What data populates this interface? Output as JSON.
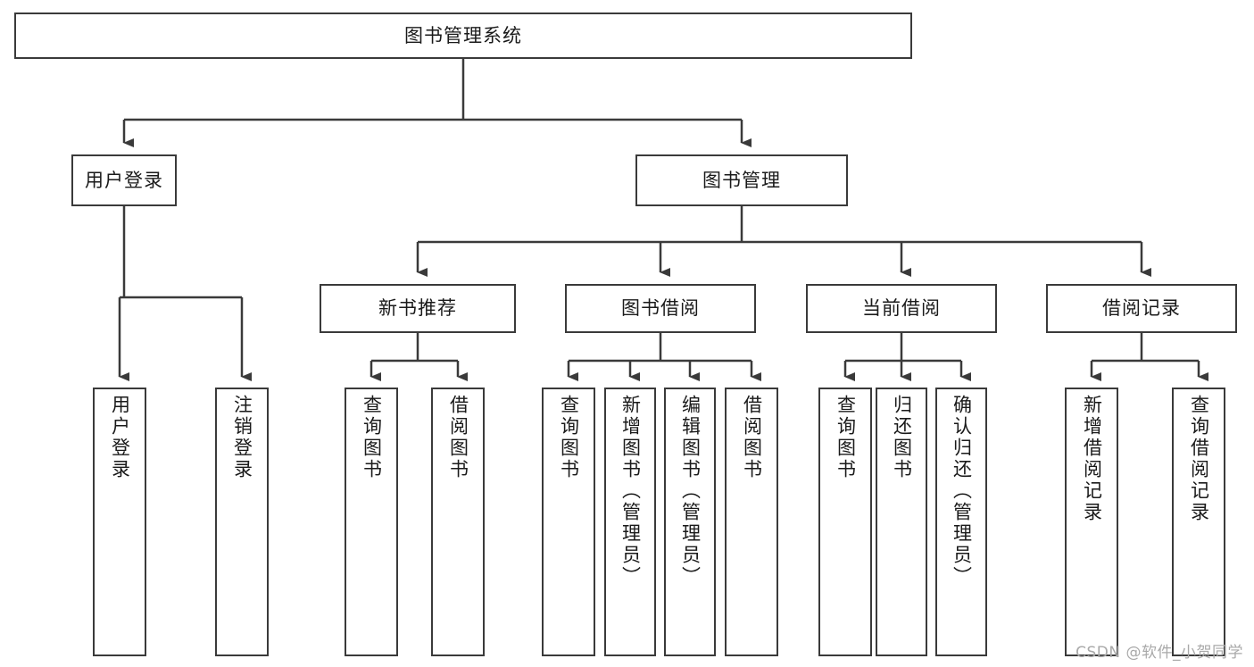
{
  "diagram": {
    "type": "tree",
    "title": "图书管理系统",
    "root": {
      "label": "图书管理系统"
    },
    "level1": [
      {
        "label": "用户登录"
      },
      {
        "label": "图书管理"
      }
    ],
    "level2": [
      {
        "label": "新书推荐",
        "parent": "图书管理"
      },
      {
        "label": "图书借阅",
        "parent": "图书管理"
      },
      {
        "label": "当前借阅",
        "parent": "图书管理"
      },
      {
        "label": "借阅记录",
        "parent": "图书管理"
      }
    ],
    "leaves": {
      "user_login": [
        {
          "label": "用户登录"
        },
        {
          "label": "注销登录"
        }
      ],
      "new_book_recommend": [
        {
          "label": "查询图书"
        },
        {
          "label": "借阅图书"
        }
      ],
      "book_borrow": [
        {
          "label": "查询图书"
        },
        {
          "label": "新增图书（管理员）"
        },
        {
          "label": "编辑图书（管理员）"
        },
        {
          "label": "借阅图书"
        }
      ],
      "current_borrow": [
        {
          "label": "查询图书"
        },
        {
          "label": "归还图书"
        },
        {
          "label": "确认归还（管理员）"
        }
      ],
      "borrow_record": [
        {
          "label": "新增借阅记录"
        },
        {
          "label": "查询借阅记录"
        }
      ]
    }
  },
  "watermark": {
    "text": "CSDN @软件_小贺同学"
  },
  "colors": {
    "stroke": "#3a3a3a",
    "background": "#ffffff",
    "text": "#1a1a1a",
    "watermark": "#a9a9a9"
  }
}
